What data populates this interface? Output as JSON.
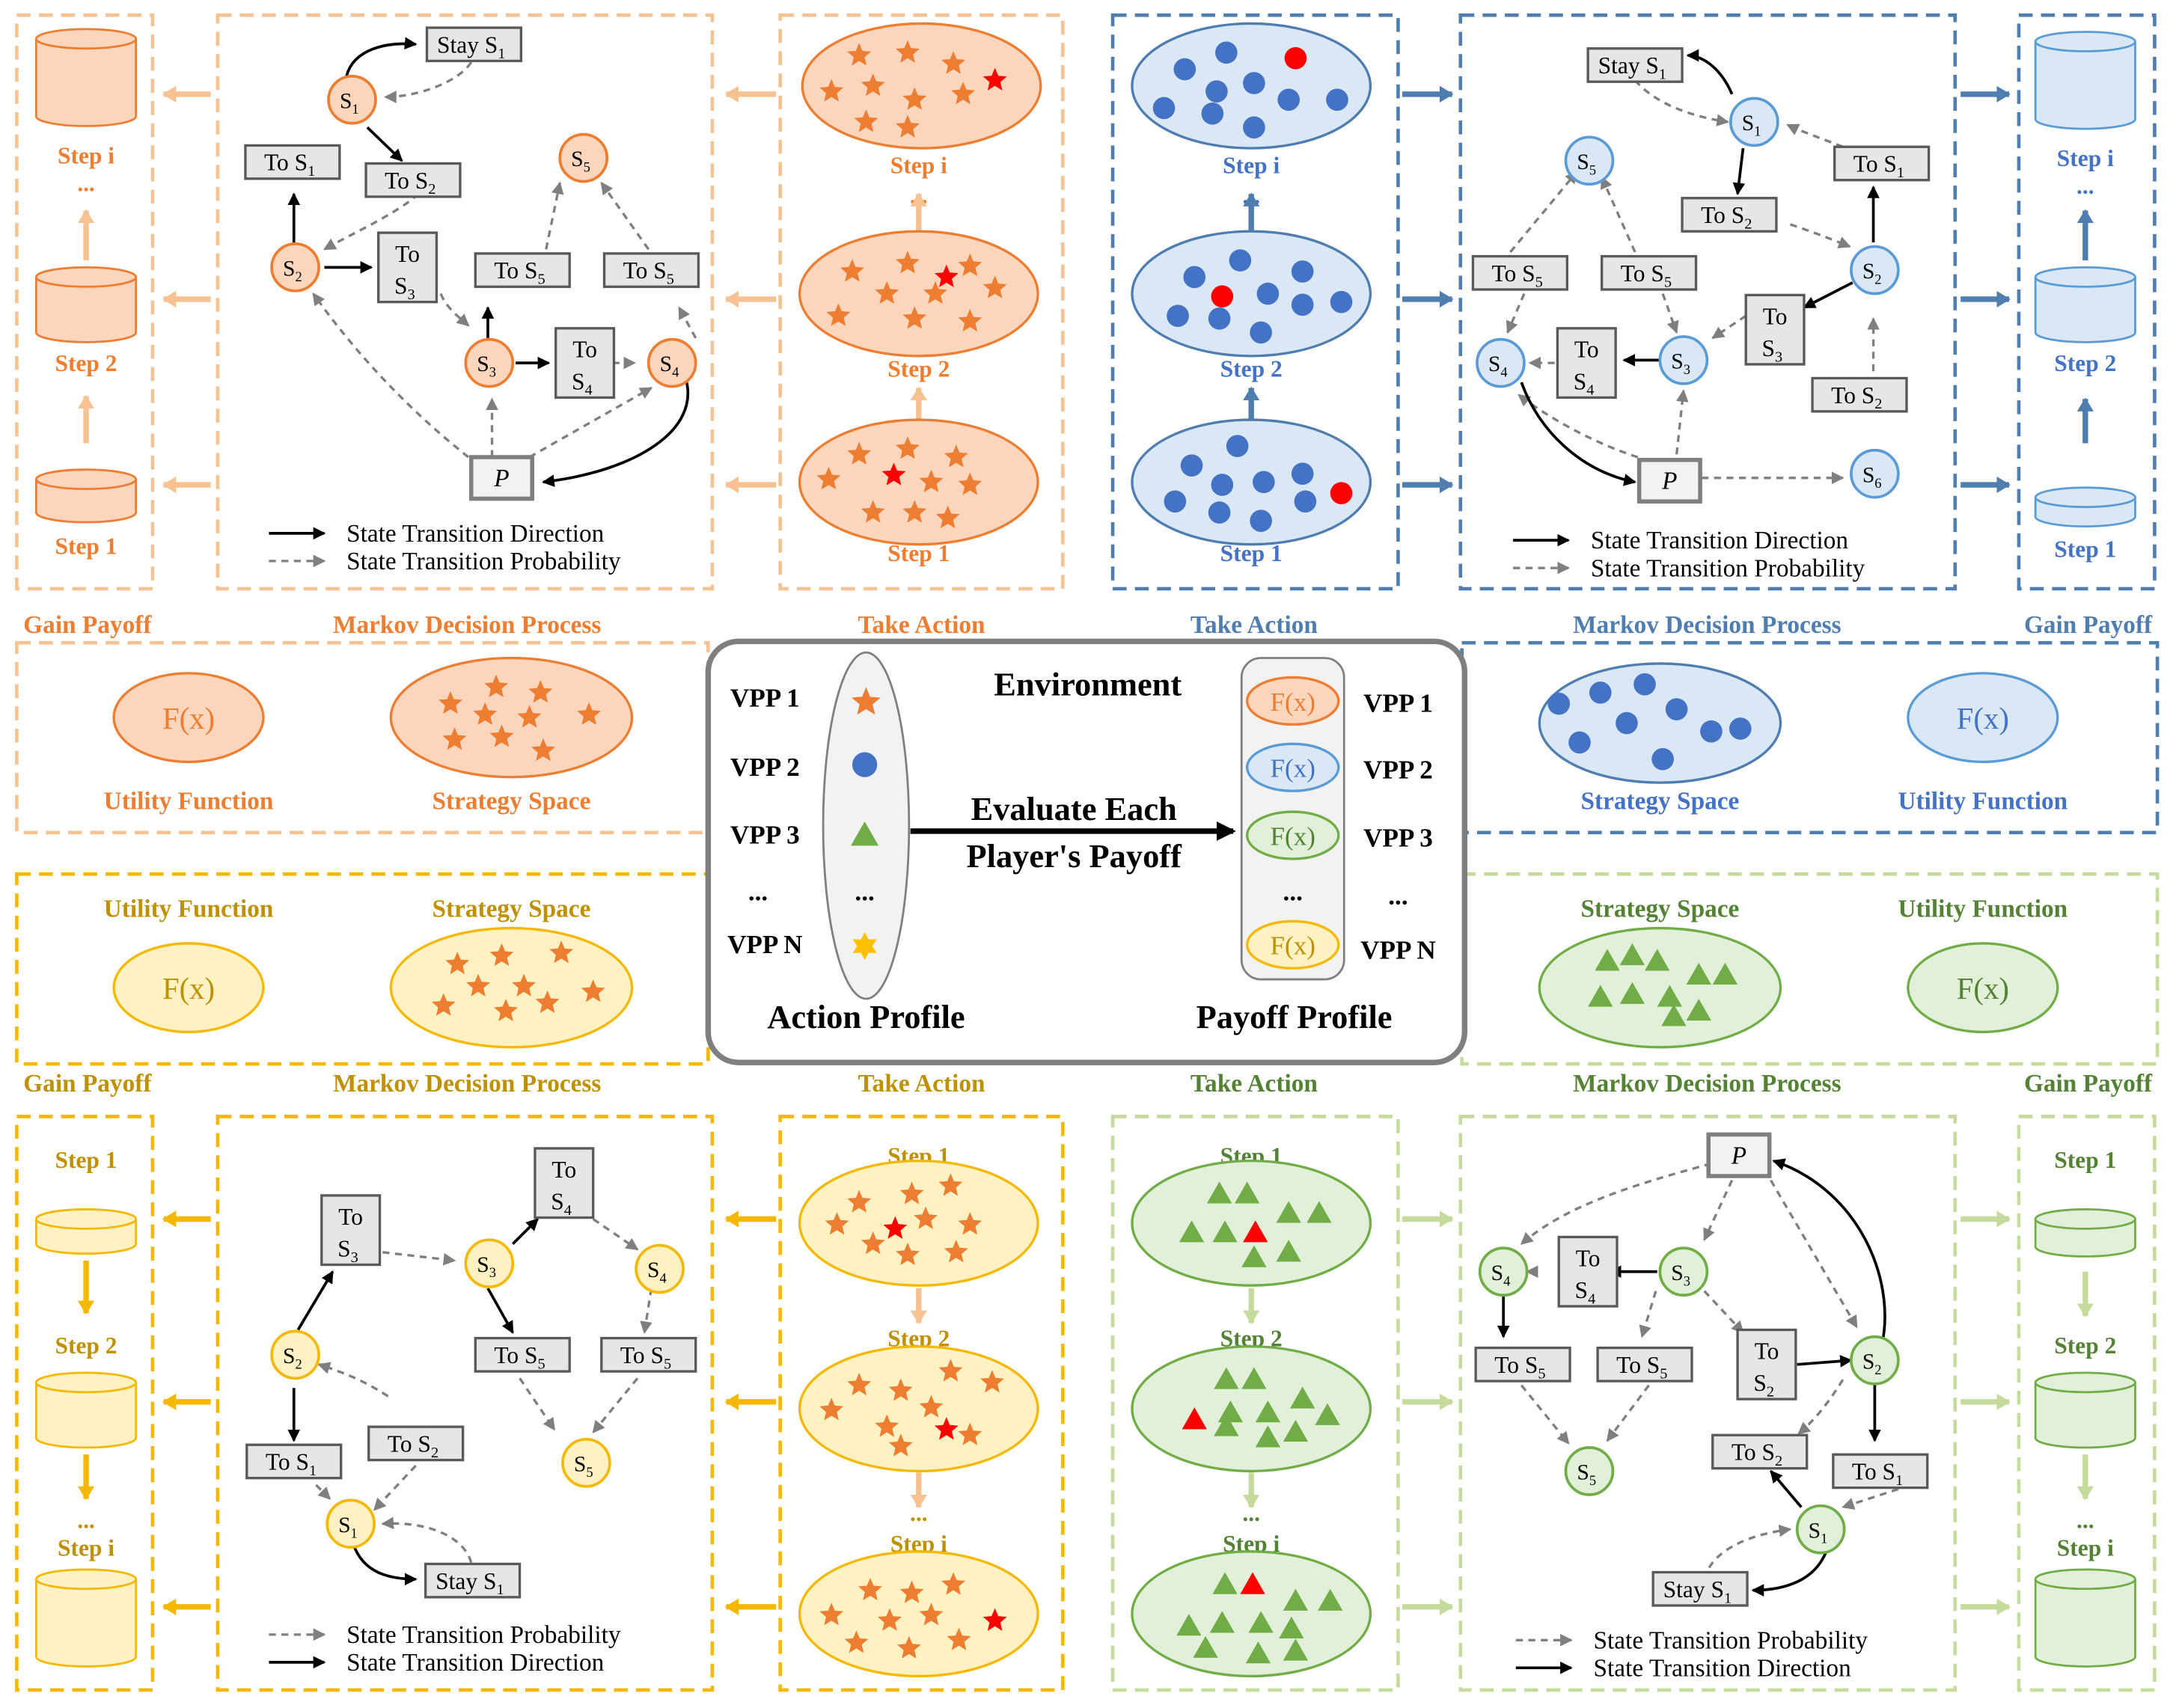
{
  "colors": {
    "orange": "#ED7D31",
    "orange_fill": "#FBD5BC",
    "orange_light": "#F6C291",
    "blue": "#2F5597",
    "blue_fill": "#DAE8F6",
    "blue_border": "#4F7DAF",
    "blue_text": "#4472C4",
    "blue_node": "#9DC3E6",
    "yellow": "#F5B800",
    "yellow_fill": "#FFF1C2",
    "yellow_text": "#BF9000",
    "green": "#70AD47",
    "green_fill": "#E2F0D9",
    "green_light": "#C5DB9B",
    "green_text": "#548235",
    "red": "#FF0000",
    "gray_box": "#E7E6E6"
  },
  "sections": {
    "gain_payoff": "Gain Payoff",
    "mdp": "Markov Decision Process",
    "take_action": "Take Action",
    "utility_function": "Utility Function",
    "strategy_space": "Strategy Space"
  },
  "labels": {
    "step_i": "Step i",
    "step_1": "Step 1",
    "step_2": "Step 2",
    "dots": "...",
    "fx": "F(x)",
    "legend_direction": "State Transition Direction",
    "legend_probability": "State Transition Probability"
  },
  "nodes": {
    "s1": "S",
    "s2": "S",
    "s3": "S",
    "s4": "S",
    "s5": "S",
    "s6": "S",
    "p": "P",
    "sub1": "1",
    "sub2": "2",
    "sub3": "3",
    "sub4": "4",
    "sub5": "5",
    "sub6": "6"
  },
  "boxes": {
    "stay": "Stay S",
    "to": "To",
    "to_s": "To S"
  },
  "center": {
    "environment": "Environment",
    "vpp1": "VPP 1",
    "vpp2": "VPP 2",
    "vpp3": "VPP 3",
    "vppn": "VPP N",
    "dots": "...",
    "evaluate_line1": "Evaluate Each",
    "evaluate_line2": "Player's Payoff",
    "action_profile": "Action Profile",
    "payoff_profile": "Payoff Profile"
  }
}
